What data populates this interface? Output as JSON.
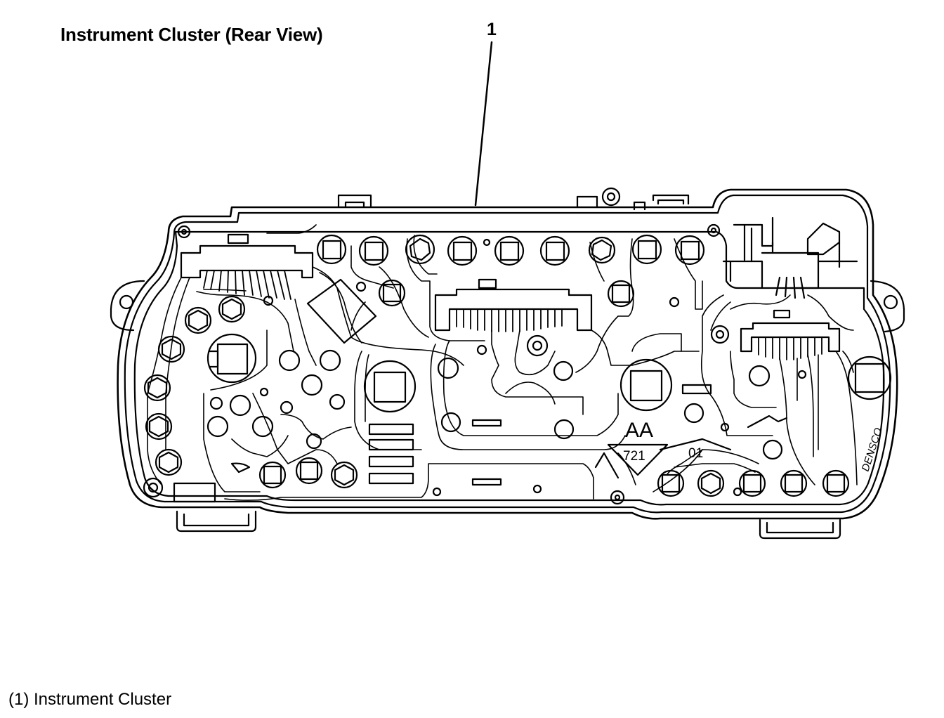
{
  "figure": {
    "title": "Instrument Cluster (Rear View)",
    "callouts": [
      {
        "number": "1",
        "legend": "(1) Instrument Cluster"
      }
    ]
  },
  "board_markings": {
    "code_large": "AA",
    "code_triangle": "721",
    "code_small": "01",
    "maker": "DENSCO"
  },
  "colors": {
    "line": "#000000",
    "background": "#ffffff"
  }
}
